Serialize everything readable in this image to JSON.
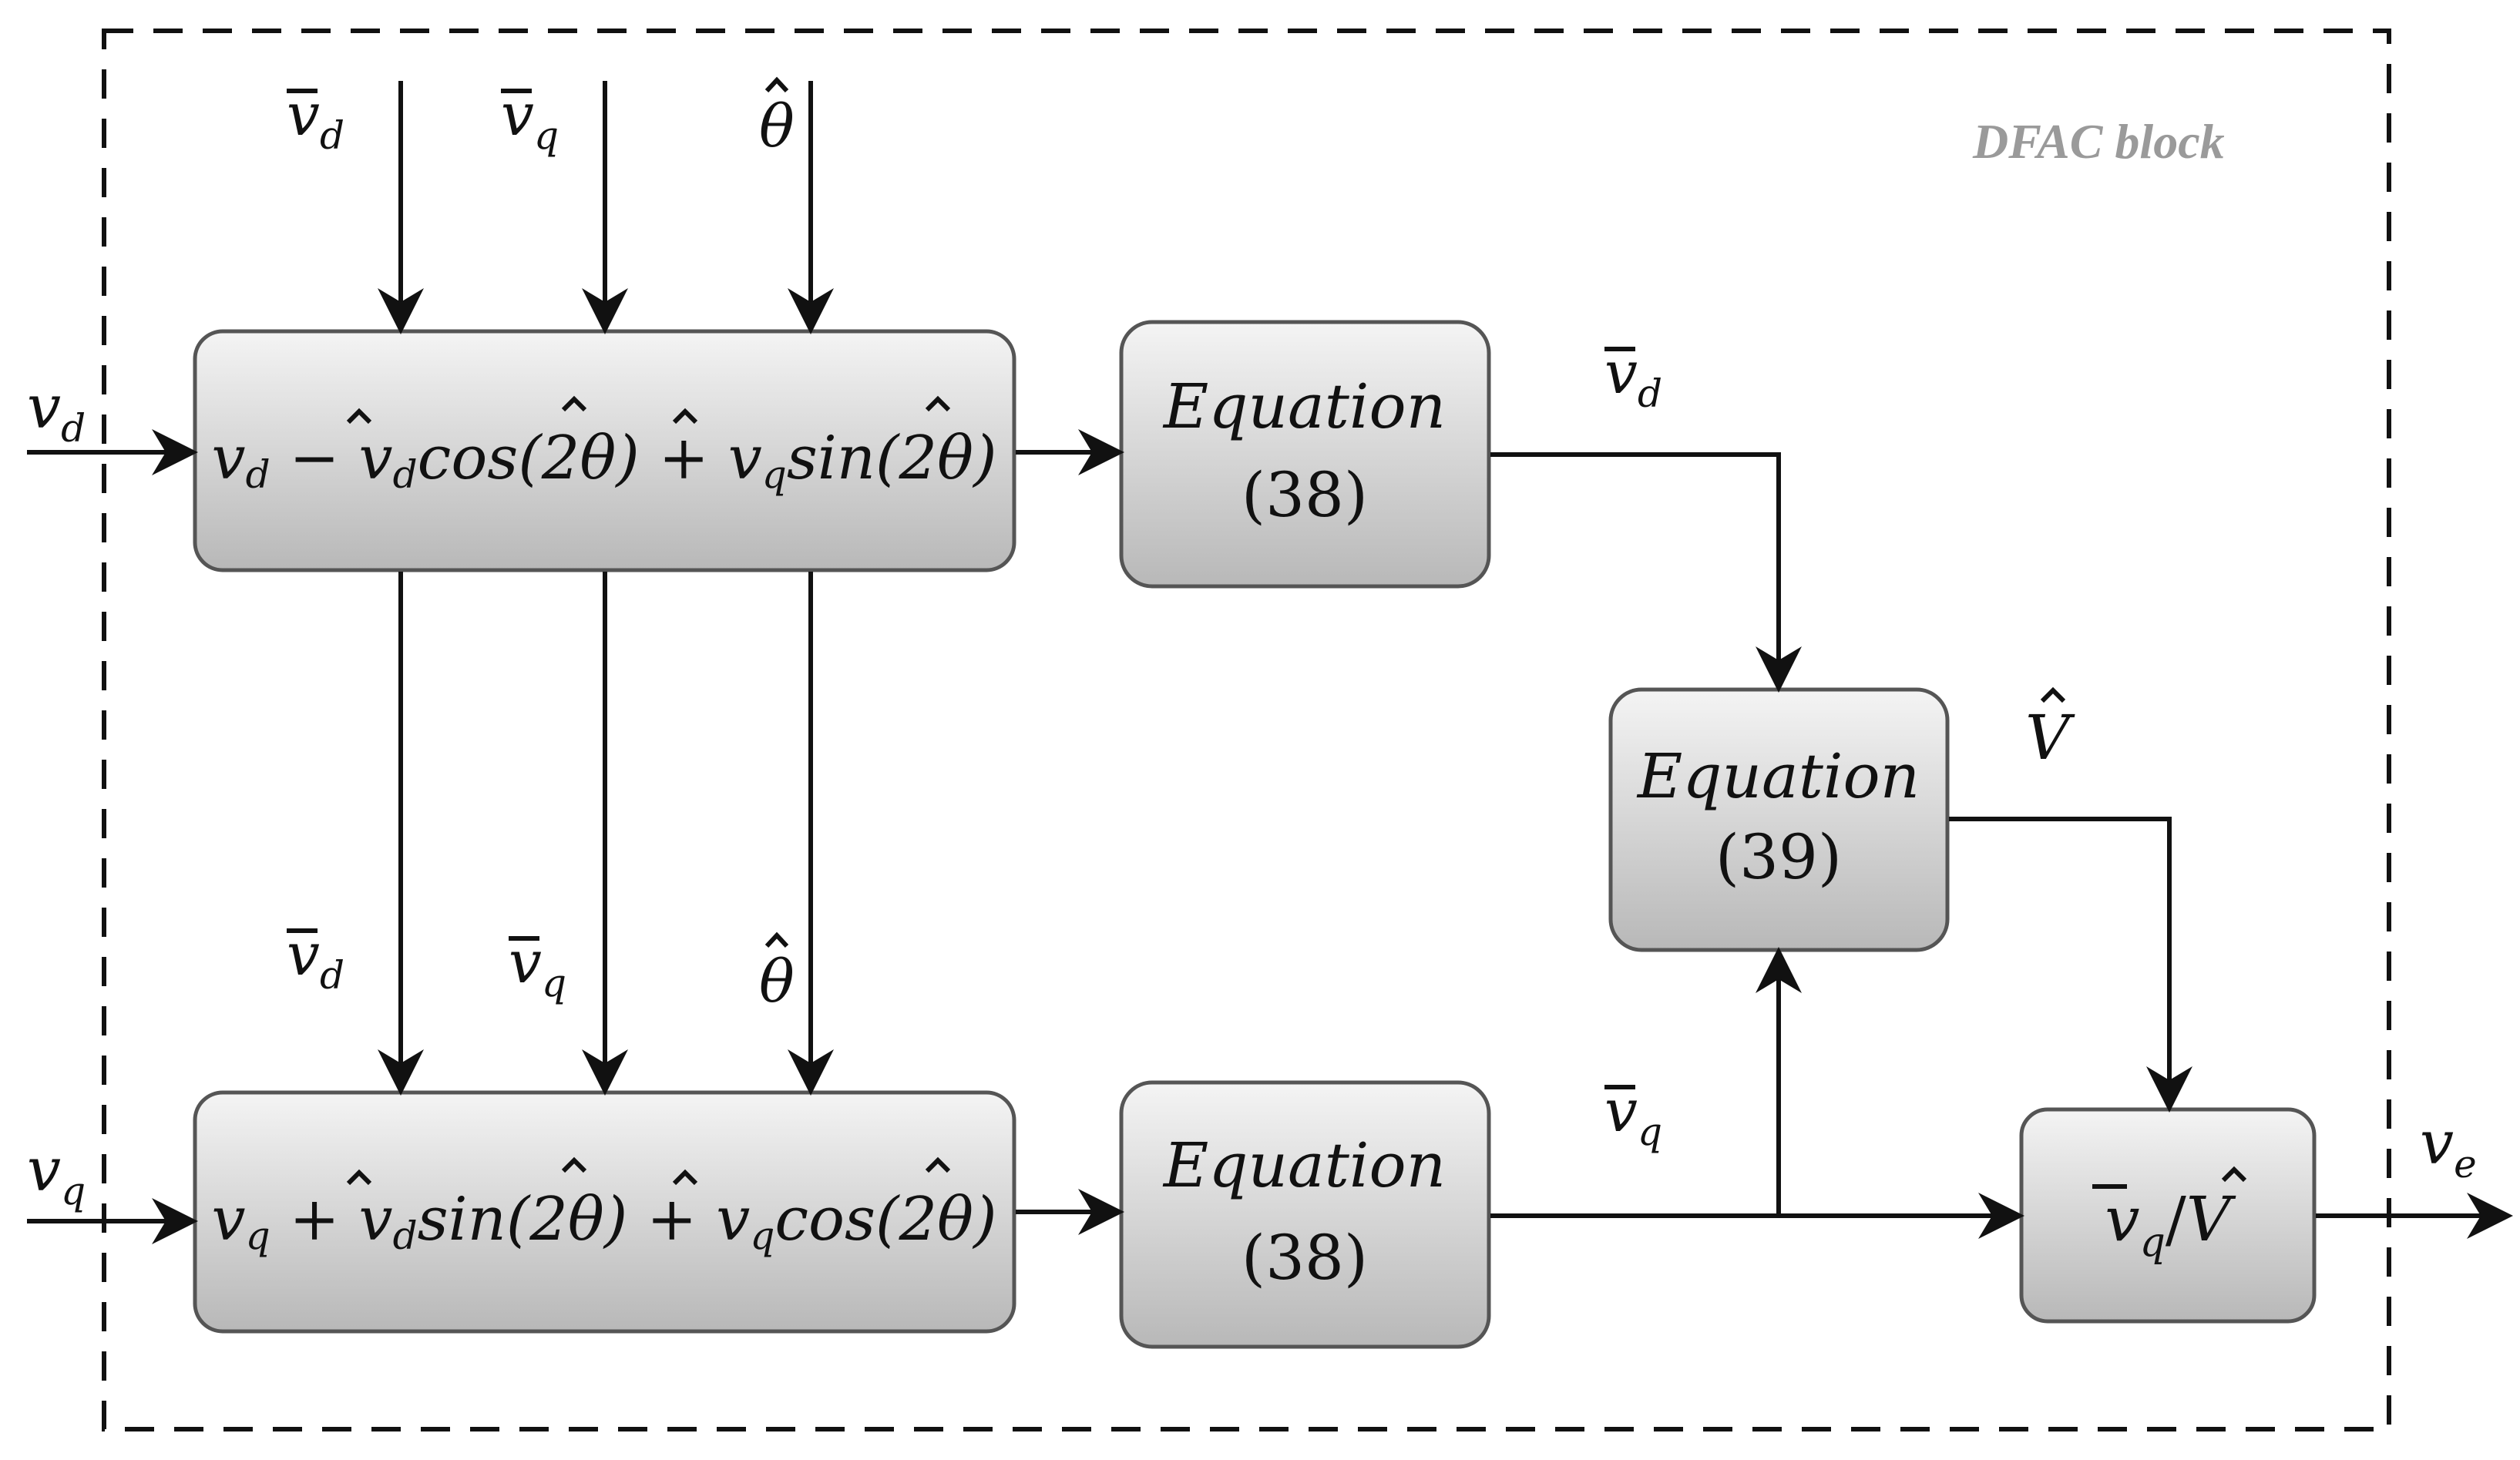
{
  "diagram": {
    "block_label": "DFAC block",
    "inputs": {
      "vd": {
        "base": "v",
        "sub": "d"
      },
      "vq": {
        "base": "v",
        "sub": "q"
      }
    },
    "output": {
      "base": "v",
      "sub": "e"
    },
    "top_feed_labels": {
      "vd_bar": {
        "base": "v",
        "sub": "d"
      },
      "vq_bar": {
        "base": "v",
        "sub": "q"
      },
      "theta_hat": "θ"
    },
    "mid_feed_labels": {
      "vd_bar": {
        "base": "v",
        "sub": "d"
      },
      "vq_bar": {
        "base": "v",
        "sub": "q"
      },
      "theta_hat": "θ"
    },
    "block_top": {
      "p1": "v",
      "p1sub": "d",
      "p2": " − ",
      "p3": "v",
      "p3sub": "d",
      "p4": "cos(2",
      "p5": "θ",
      "p6": ") + ",
      "p7": "v",
      "p7sub": "q",
      "p8": "sin(2",
      "p9": "θ",
      "p10": ")"
    },
    "block_bottom": {
      "p1": "v",
      "p1sub": "q",
      "p2": " + ",
      "p3": "v",
      "p3sub": "d",
      "p4": "sin(2",
      "p5": "θ",
      "p6": ") + ",
      "p7": "v",
      "p7sub": "q",
      "p8": "cos(2",
      "p9": "θ",
      "p10": ")"
    },
    "eq38_top": {
      "line1": "Equation",
      "line2": "(38)"
    },
    "eq38_bottom": {
      "line1": "Equation",
      "line2": "(38)"
    },
    "eq39": {
      "line1": "Equation",
      "line2": "(39)"
    },
    "div_block": {
      "num": "v",
      "numsub": "q",
      "slash": "/",
      "den": "V"
    },
    "wire_labels": {
      "vd_bar_out": {
        "base": "v",
        "sub": "d"
      },
      "vq_bar_out": {
        "base": "v",
        "sub": "q"
      },
      "V_hat": "V"
    }
  }
}
